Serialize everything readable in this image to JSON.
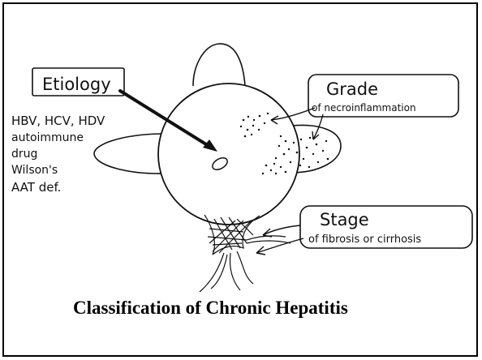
{
  "labels": {
    "etiology": {
      "title": "Etiology",
      "items": [
        "HBV, HCV, HDV",
        "autoimmune",
        "drug",
        "Wilson's",
        "AAT def."
      ]
    },
    "grade": {
      "title": "Grade",
      "subtitle": "of necroinflammation"
    },
    "stage": {
      "title": "Stage",
      "subtitle": "of fibrosis or cirrhosis"
    }
  },
  "caption": "Classification of Chronic Hepatitis"
}
